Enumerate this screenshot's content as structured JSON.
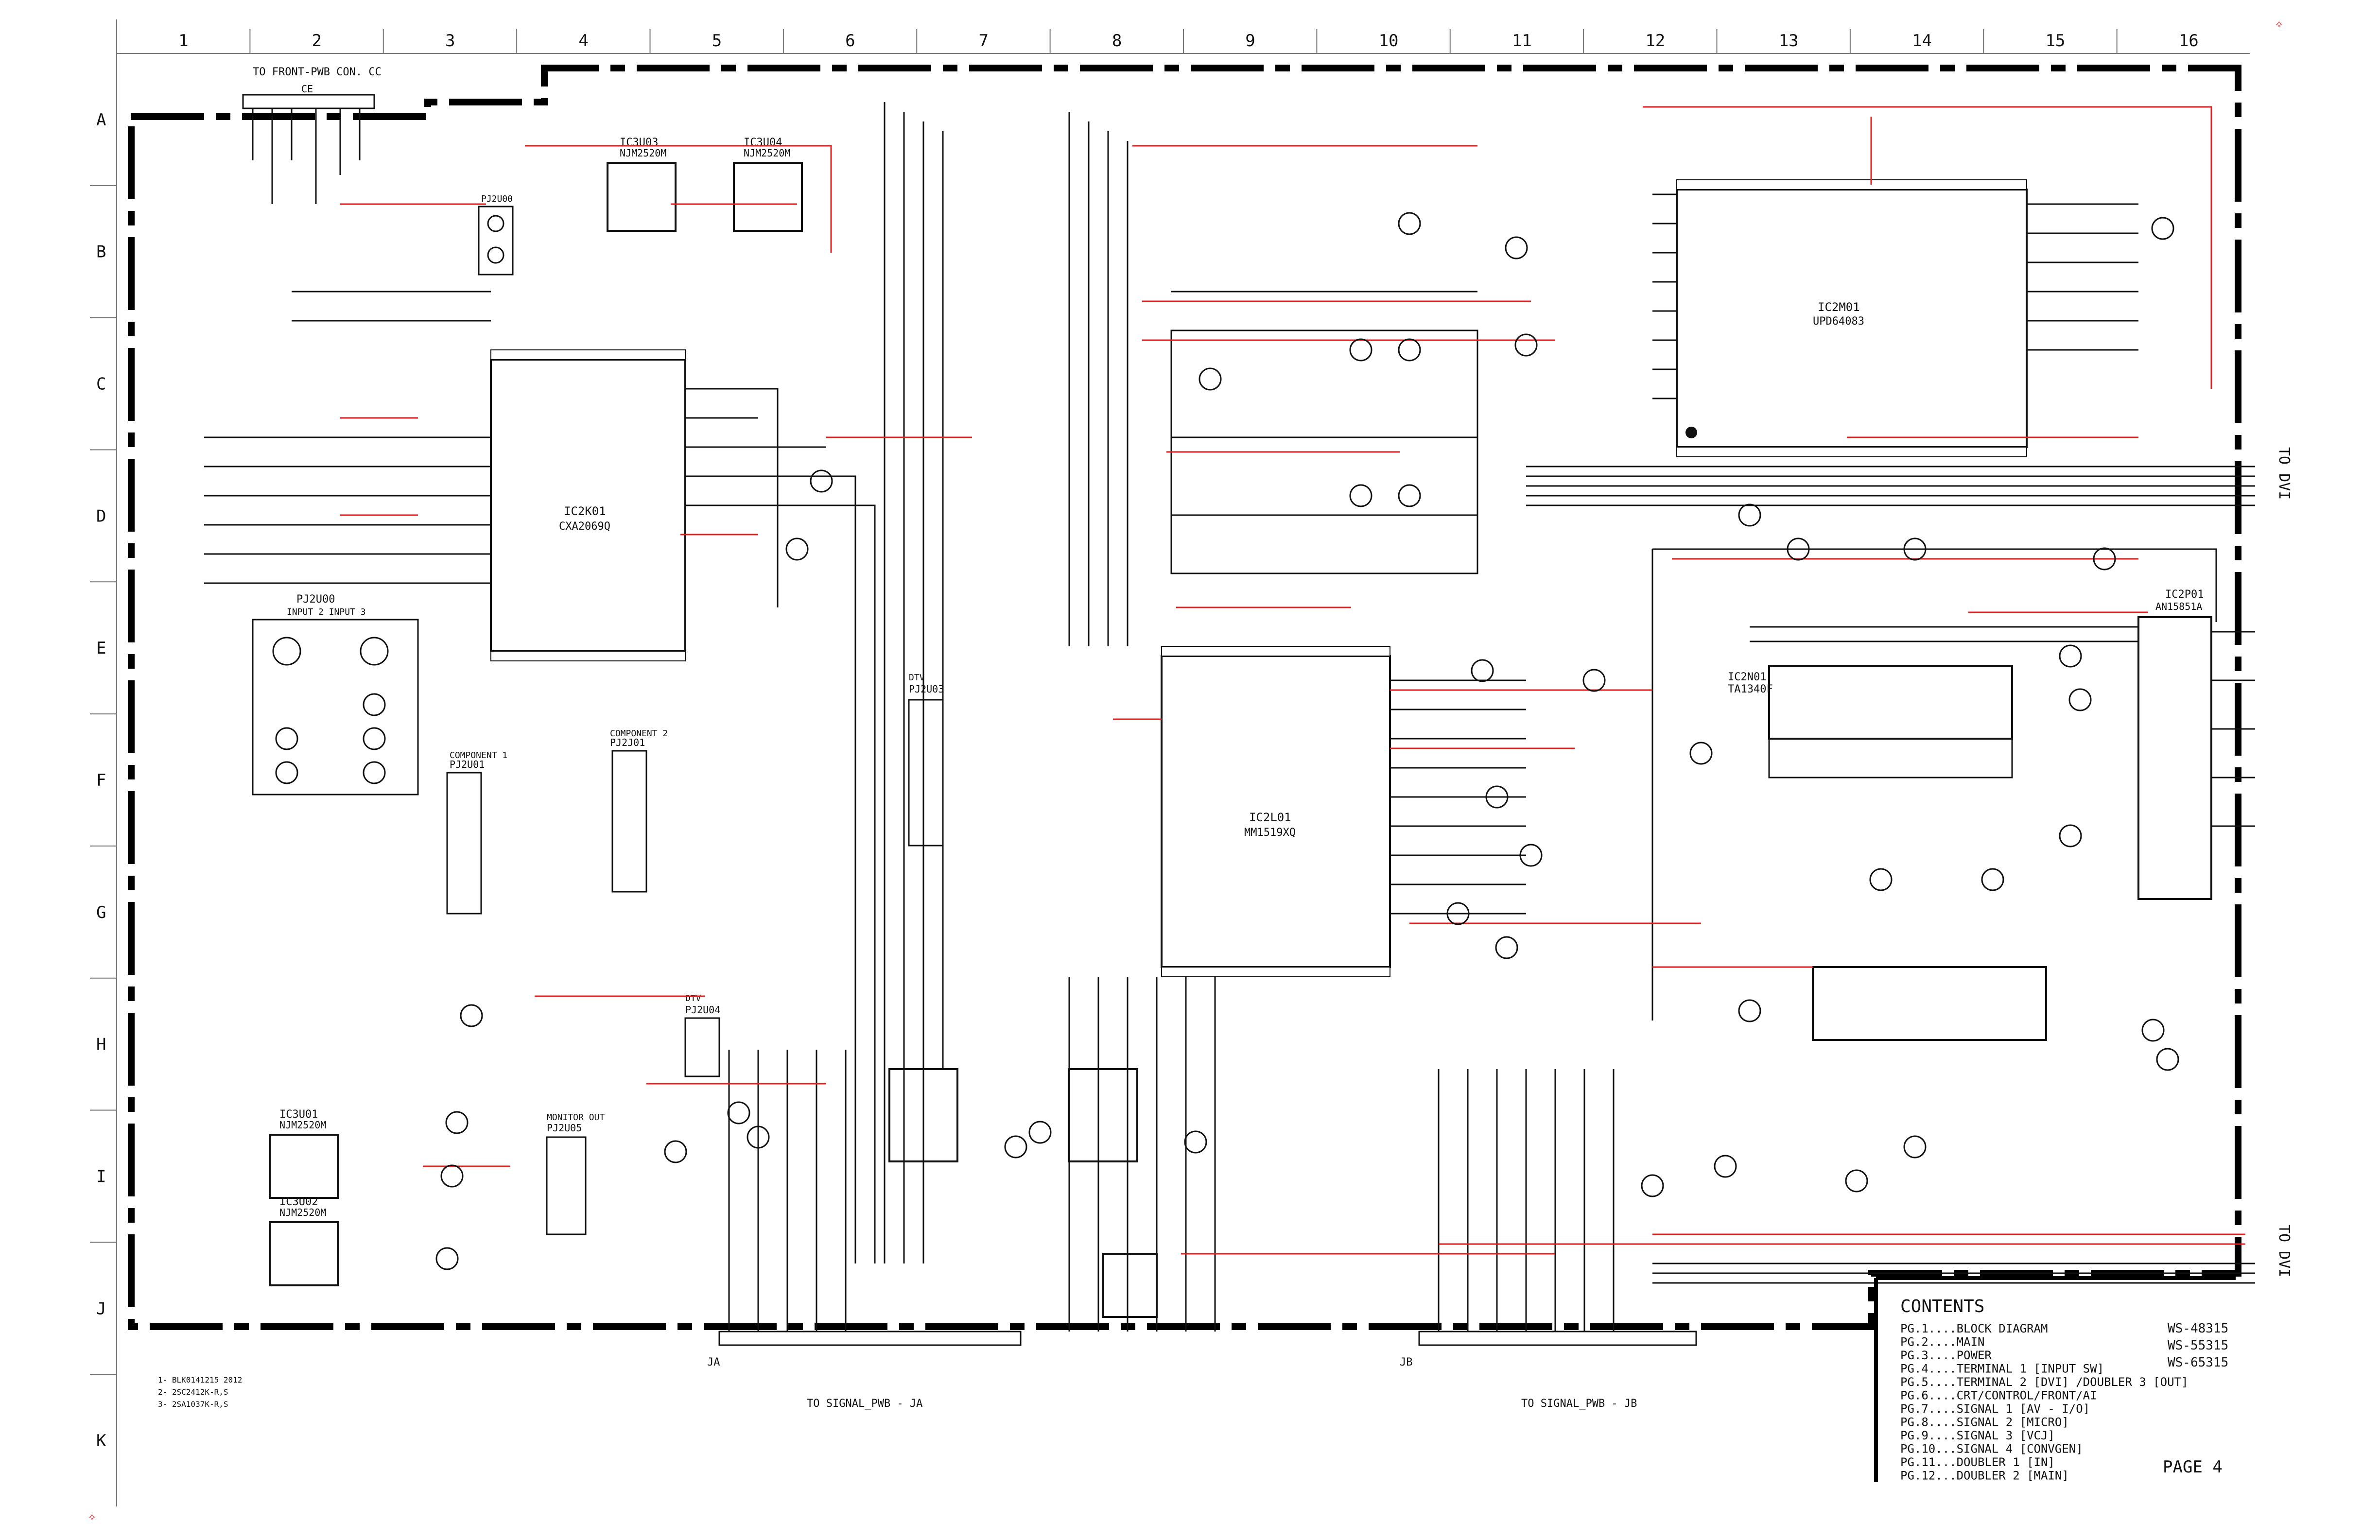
{
  "grid": {
    "columns": [
      "1",
      "2",
      "3",
      "4",
      "5",
      "6",
      "7",
      "8",
      "9",
      "10",
      "11",
      "12",
      "13",
      "14",
      "15",
      "16"
    ],
    "rows": [
      "A",
      "B",
      "C",
      "D",
      "E",
      "F",
      "G",
      "H",
      "I",
      "J",
      "K"
    ]
  },
  "connectors": {
    "front_pwb": "TO FRONT-PWB CON. CC",
    "front_pwb_name": "CE",
    "to_dvi_upper": "TO DVI",
    "to_dvi_lower": "TO DVI",
    "signal_ja_name": "JA",
    "signal_ja": "TO SIGNAL_PWB - JA",
    "signal_jb_name": "JB",
    "signal_jb": "TO SIGNAL_PWB - JB"
  },
  "ics": [
    {
      "ref": "IC3U03",
      "part": "NJM2520M"
    },
    {
      "ref": "IC3U04",
      "part": "NJM2520M"
    },
    {
      "ref": "IC2K01",
      "part": "CXA2069Q"
    },
    {
      "ref": "IC2L01",
      "part": "MM1519XQ"
    },
    {
      "ref": "IC2N01",
      "part": "TA1340F"
    },
    {
      "ref": "IC2M01",
      "part": "UPD64083"
    },
    {
      "ref": "IC2P01",
      "part": "AN15851A"
    },
    {
      "ref": "IC3U01",
      "part": "NJM2520M"
    },
    {
      "ref": "IC3U02",
      "part": "NJM2520M"
    }
  ],
  "jacks": [
    {
      "ref": "PJ2U00",
      "note": "INPUT 2   INPUT 3"
    },
    {
      "ref": "PJ2U01",
      "note": "COMPONENT 1"
    },
    {
      "ref": "PJ2J01",
      "note": "COMPONENT 2"
    },
    {
      "ref": "PJ2U03",
      "note": "DTV"
    },
    {
      "ref": "PJ2U04",
      "note": "DTV"
    },
    {
      "ref": "PJ2U05",
      "note": "MONITOR OUT"
    },
    {
      "ref": "PJ2U00",
      "note": ""
    }
  ],
  "notes": [
    "1- BLK0141215 2012",
    "2- 2SC2412K-R,S",
    "3- 2SA1037K-R,S"
  ],
  "contents": {
    "title": "CONTENTS",
    "pages": [
      "PG.1....BLOCK DIAGRAM",
      "PG.2....MAIN",
      "PG.3....POWER",
      "PG.4....TERMINAL 1 [INPUT_SW]",
      "PG.5....TERMINAL 2 [DVI] /DOUBLER 3 [OUT]",
      "PG.6....CRT/CONTROL/FRONT/AI",
      "PG.7....SIGNAL 1 [AV - I/O]",
      "PG.8....SIGNAL 2 [MICRO]",
      "PG.9....SIGNAL 3 [VCJ]",
      "PG.10...SIGNAL 4 [CONVGEN]",
      "PG.11...DOUBLER 1 [IN]",
      "PG.12...DOUBLER 2 [MAIN]"
    ],
    "models": [
      "WS-48315",
      "WS-55315",
      "WS-65315"
    ],
    "page_label": "PAGE 4"
  },
  "colors": {
    "ink": "#111111",
    "signal_red": "#dd2222",
    "paper": "#ffffff"
  }
}
